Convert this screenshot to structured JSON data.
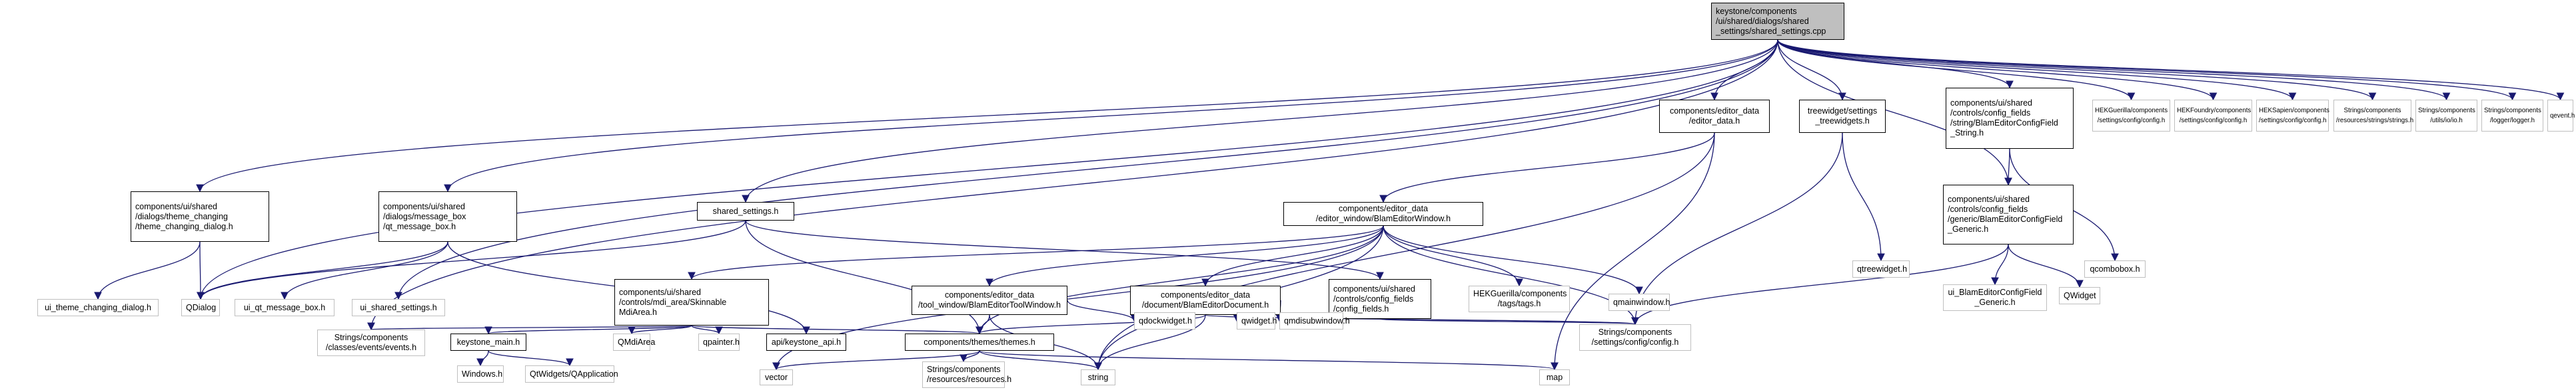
{
  "graph": {
    "title": "Include dependency graph for shared_settings.cpp",
    "edge_color": "#191970",
    "nodes": [
      {
        "id": "root",
        "kind": "root",
        "lines": [
          "keystone/components",
          "/ui/shared/dialogs/shared",
          "_settings/shared_settings.cpp"
        ]
      },
      {
        "id": "theme_dlg",
        "kind": "doc",
        "lines": [
          "components/ui/shared",
          "/dialogs/theme_changing",
          "/theme_changing_dialog.h"
        ]
      },
      {
        "id": "msgbox",
        "kind": "doc",
        "lines": [
          "components/ui/shared",
          "/dialogs/message_box",
          "/qt_message_box.h"
        ]
      },
      {
        "id": "shared_settings_h",
        "kind": "doc",
        "lines": [
          "shared_settings.h"
        ]
      },
      {
        "id": "editor_data",
        "kind": "doc",
        "lines": [
          "components/editor_data",
          "/editor_data.h"
        ]
      },
      {
        "id": "treewidgets",
        "kind": "doc",
        "lines": [
          "treewidget/settings",
          "_treewidgets.h"
        ]
      },
      {
        "id": "cf_string",
        "kind": "doc",
        "lines": [
          "components/ui/shared",
          "/controls/config_fields",
          "/string/BlamEditorConfigField",
          "_String.h"
        ]
      },
      {
        "id": "hekg_config",
        "kind": "ext",
        "lines": [
          "HEKGuerilla/components",
          "/settings/config/config.h"
        ]
      },
      {
        "id": "hekf_config",
        "kind": "ext",
        "lines": [
          "HEKFoundry/components",
          "/settings/config/config.h"
        ]
      },
      {
        "id": "heks_config",
        "kind": "ext",
        "lines": [
          "HEKSapien/components",
          "/settings/config/config.h"
        ]
      },
      {
        "id": "str_strings",
        "kind": "ext",
        "lines": [
          "Strings/components",
          "/resources/strings/strings.h"
        ]
      },
      {
        "id": "str_io",
        "kind": "ext",
        "lines": [
          "Strings/components",
          "/utils/io/io.h"
        ]
      },
      {
        "id": "str_logger",
        "kind": "ext",
        "lines": [
          "Strings/components",
          "/logger/logger.h"
        ]
      },
      {
        "id": "qevent",
        "kind": "ext",
        "lines": [
          "qevent.h"
        ]
      },
      {
        "id": "editor_window",
        "kind": "doc",
        "lines": [
          "components/editor_data",
          "/editor_window/BlamEditorWindow.h"
        ]
      },
      {
        "id": "qtreewidget",
        "kind": "ext",
        "lines": [
          "qtreewidget.h"
        ]
      },
      {
        "id": "cf_generic",
        "kind": "doc",
        "lines": [
          "components/ui/shared",
          "/controls/config_fields",
          "/generic/BlamEditorConfigField",
          "_Generic.h"
        ]
      },
      {
        "id": "qcombobox",
        "kind": "ext",
        "lines": [
          "qcombobox.h"
        ]
      },
      {
        "id": "ui_theme",
        "kind": "ext",
        "lines": [
          "ui_theme_changing_dialog.h"
        ]
      },
      {
        "id": "qdialog",
        "kind": "ext",
        "lines": [
          "QDialog"
        ]
      },
      {
        "id": "ui_msgbox",
        "kind": "ext",
        "lines": [
          "ui_qt_message_box.h"
        ]
      },
      {
        "id": "ui_shared",
        "kind": "ext",
        "lines": [
          "ui_shared_settings.h"
        ]
      },
      {
        "id": "mdi_area",
        "kind": "doc",
        "lines": [
          "components/ui/shared",
          "/controls/mdi_area/Skinnable",
          "MdiArea.h"
        ]
      },
      {
        "id": "tool_window",
        "kind": "doc",
        "lines": [
          "components/editor_data",
          "/tool_window/BlamEditorToolWindow.h"
        ]
      },
      {
        "id": "blam_doc",
        "kind": "doc",
        "lines": [
          "components/editor_data",
          "/document/BlamEditorDocument.h"
        ]
      },
      {
        "id": "config_fields",
        "kind": "doc",
        "lines": [
          "components/ui/shared",
          "/controls/config_fields",
          "/config_fields.h"
        ]
      },
      {
        "id": "hekg_tags",
        "kind": "ext",
        "lines": [
          "HEKGuerilla/components",
          "/tags/tags.h"
        ]
      },
      {
        "id": "qmainwindow",
        "kind": "ext",
        "lines": [
          "qmainwindow.h"
        ]
      },
      {
        "id": "ui_cf_generic",
        "kind": "ext",
        "lines": [
          "ui_BlamEditorConfigField",
          "_Generic.h"
        ]
      },
      {
        "id": "qwidget_cap",
        "kind": "ext",
        "lines": [
          "QWidget"
        ]
      },
      {
        "id": "str_events",
        "kind": "ext",
        "lines": [
          "Strings/components",
          "/classes/events/events.h"
        ]
      },
      {
        "id": "keystone_main",
        "kind": "doc",
        "lines": [
          "keystone_main.h"
        ]
      },
      {
        "id": "qmdiarea",
        "kind": "ext",
        "lines": [
          "QMdiArea"
        ]
      },
      {
        "id": "qpainter",
        "kind": "ext",
        "lines": [
          "qpainter.h"
        ]
      },
      {
        "id": "keystone_api",
        "kind": "doc",
        "lines": [
          "api/keystone_api.h"
        ]
      },
      {
        "id": "themes",
        "kind": "doc",
        "lines": [
          "components/themes/themes.h"
        ]
      },
      {
        "id": "qdockwidget",
        "kind": "ext",
        "lines": [
          "qdockwidget.h"
        ]
      },
      {
        "id": "qwidget_h",
        "kind": "ext",
        "lines": [
          "qwidget.h"
        ]
      },
      {
        "id": "qmdisubwindow",
        "kind": "ext",
        "lines": [
          "qmdisubwindow.h"
        ]
      },
      {
        "id": "str_config",
        "kind": "ext",
        "lines": [
          "Strings/components",
          "/settings/config/config.h"
        ]
      },
      {
        "id": "windows_h",
        "kind": "ext",
        "lines": [
          "Windows.h"
        ]
      },
      {
        "id": "qapplication",
        "kind": "ext",
        "lines": [
          "QtWidgets/QApplication"
        ]
      },
      {
        "id": "vector",
        "kind": "ext",
        "lines": [
          "vector"
        ]
      },
      {
        "id": "str_resources",
        "kind": "ext",
        "lines": [
          "Strings/components",
          "/resources/resources.h"
        ]
      },
      {
        "id": "string",
        "kind": "ext",
        "lines": [
          "string"
        ]
      },
      {
        "id": "map",
        "kind": "ext",
        "lines": [
          "map"
        ]
      }
    ],
    "edges": [
      [
        "root",
        "theme_dlg"
      ],
      [
        "root",
        "msgbox"
      ],
      [
        "root",
        "shared_settings_h"
      ],
      [
        "root",
        "editor_data"
      ],
      [
        "root",
        "treewidgets"
      ],
      [
        "root",
        "cf_string"
      ],
      [
        "root",
        "cf_generic"
      ],
      [
        "root",
        "hekg_config"
      ],
      [
        "root",
        "hekf_config"
      ],
      [
        "root",
        "heks_config"
      ],
      [
        "root",
        "str_strings"
      ],
      [
        "root",
        "str_io"
      ],
      [
        "root",
        "str_logger"
      ],
      [
        "root",
        "qevent"
      ],
      [
        "root",
        "qdialog"
      ],
      [
        "root",
        "ui_shared"
      ],
      [
        "root",
        "str_events"
      ],
      [
        "theme_dlg",
        "ui_theme"
      ],
      [
        "theme_dlg",
        "qdialog"
      ],
      [
        "msgbox",
        "qdialog"
      ],
      [
        "msgbox",
        "ui_msgbox"
      ],
      [
        "msgbox",
        "keystone_api"
      ],
      [
        "shared_settings_h",
        "qdialog"
      ],
      [
        "shared_settings_h",
        "themes"
      ],
      [
        "shared_settings_h",
        "config_fields"
      ],
      [
        "editor_data",
        "editor_window"
      ],
      [
        "editor_data",
        "string"
      ],
      [
        "editor_data",
        "map"
      ],
      [
        "treewidgets",
        "qtreewidget"
      ],
      [
        "treewidgets",
        "str_config"
      ],
      [
        "cf_string",
        "cf_generic"
      ],
      [
        "cf_string",
        "qcombobox"
      ],
      [
        "cf_generic",
        "ui_cf_generic"
      ],
      [
        "cf_generic",
        "qwidget_cap"
      ],
      [
        "cf_generic",
        "str_config"
      ],
      [
        "editor_window",
        "mdi_area"
      ],
      [
        "editor_window",
        "tool_window"
      ],
      [
        "editor_window",
        "blam_doc"
      ],
      [
        "editor_window",
        "hekg_tags"
      ],
      [
        "editor_window",
        "qmainwindow"
      ],
      [
        "editor_window",
        "str_config"
      ],
      [
        "editor_window",
        "themes"
      ],
      [
        "editor_window",
        "vector"
      ],
      [
        "editor_window",
        "string"
      ],
      [
        "mdi_area",
        "str_events"
      ],
      [
        "mdi_area",
        "keystone_main"
      ],
      [
        "mdi_area",
        "qmdiarea"
      ],
      [
        "mdi_area",
        "qpainter"
      ],
      [
        "mdi_area",
        "themes"
      ],
      [
        "tool_window",
        "themes"
      ],
      [
        "tool_window",
        "qdockwidget"
      ],
      [
        "tool_window",
        "string"
      ],
      [
        "blam_doc",
        "themes"
      ],
      [
        "blam_doc",
        "qwidget_h"
      ],
      [
        "blam_doc",
        "qmdisubwindow"
      ],
      [
        "blam_doc",
        "str_config"
      ],
      [
        "blam_doc",
        "string"
      ],
      [
        "config_fields",
        "str_config"
      ],
      [
        "keystone_main",
        "windows_h"
      ],
      [
        "keystone_main",
        "qapplication"
      ],
      [
        "themes",
        "vector"
      ],
      [
        "themes",
        "str_resources"
      ],
      [
        "themes",
        "string"
      ],
      [
        "themes",
        "map"
      ]
    ]
  }
}
